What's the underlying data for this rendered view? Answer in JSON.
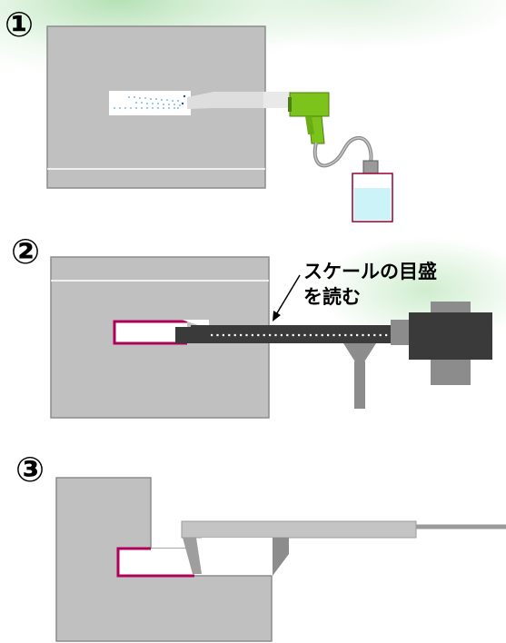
{
  "steps": [
    {
      "number": "①"
    },
    {
      "number": "②"
    },
    {
      "number": "③"
    }
  ],
  "callout": {
    "line1": "スケールの目盛",
    "line2": "を読む"
  },
  "colors": {
    "block": "#c0c0c0",
    "block_stroke": "#8c8c8c",
    "sprayer": "#7cc31c",
    "bottle_liquid": "#ccf4f8",
    "bottle_frame": "#990033",
    "slot_outline": "#b0005a",
    "scale_body": "#3a3a3a",
    "glow": "#a8dca8"
  }
}
